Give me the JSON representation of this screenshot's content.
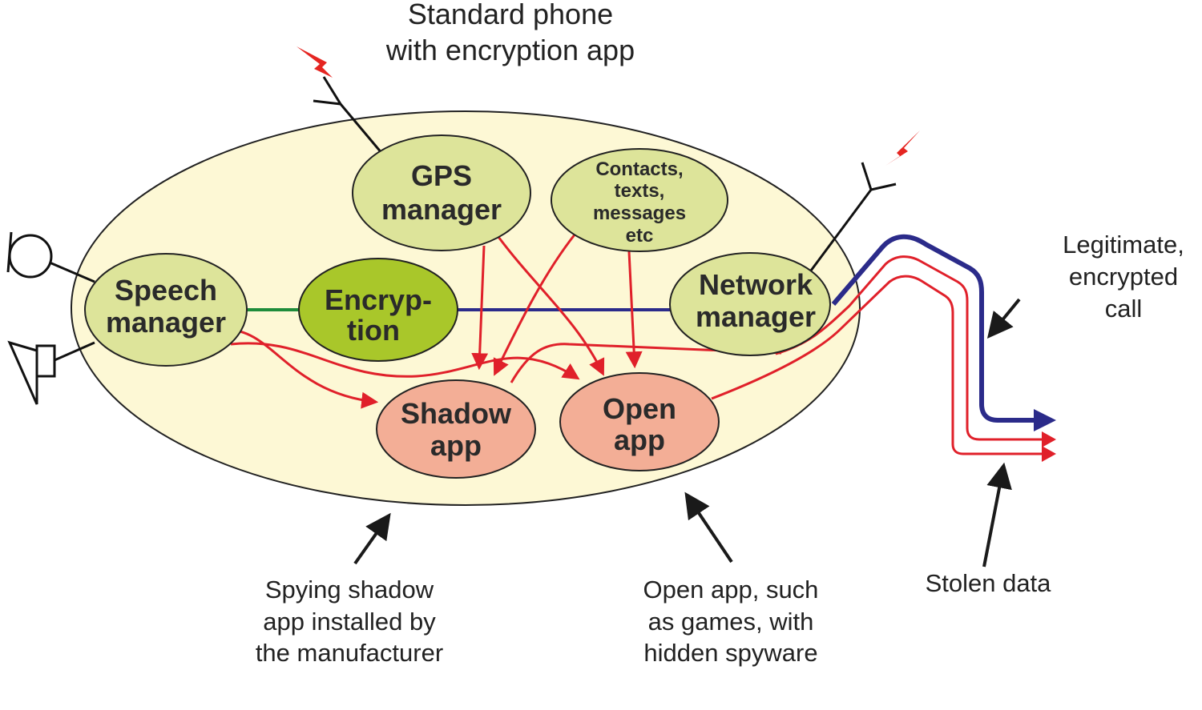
{
  "title_lines": [
    "Standard phone",
    "with encryption app"
  ],
  "nodes": {
    "gps": {
      "lines": [
        "GPS",
        "manager"
      ]
    },
    "contacts": {
      "lines": [
        "Contacts,",
        "texts,",
        "messages",
        "etc"
      ]
    },
    "speech": {
      "lines": [
        "Speech",
        "manager"
      ]
    },
    "encryption": {
      "lines": [
        "Encryp-",
        "tion"
      ]
    },
    "network": {
      "lines": [
        "Network",
        "manager"
      ]
    },
    "shadow": {
      "lines": [
        "Shadow",
        "app"
      ]
    },
    "open": {
      "lines": [
        "Open",
        "app"
      ]
    }
  },
  "captions": {
    "legit": [
      "Legitimate,",
      "encrypted",
      "call"
    ],
    "shadow": [
      "Spying shadow",
      "app installed by",
      "the manufacturer"
    ],
    "open": [
      "Open app, such",
      "as games, with",
      "hidden spyware"
    ],
    "stolen": [
      "Stolen data"
    ]
  },
  "colors": {
    "phone_body": "#fdf8d5",
    "manager_fill": "#dde49a",
    "encryption_fill": "#a9c72a",
    "app_fill": "#f3ae96",
    "spy_line": "#e0202a",
    "legit_line": "#2b2b8a",
    "speech_to_encryption_line": "#1e8c3a",
    "signal_bolt": "#e52521"
  },
  "icons": [
    "microphone-icon",
    "speaker-icon",
    "antenna-icon",
    "lightning-bolt-icon",
    "arrow-icon"
  ]
}
